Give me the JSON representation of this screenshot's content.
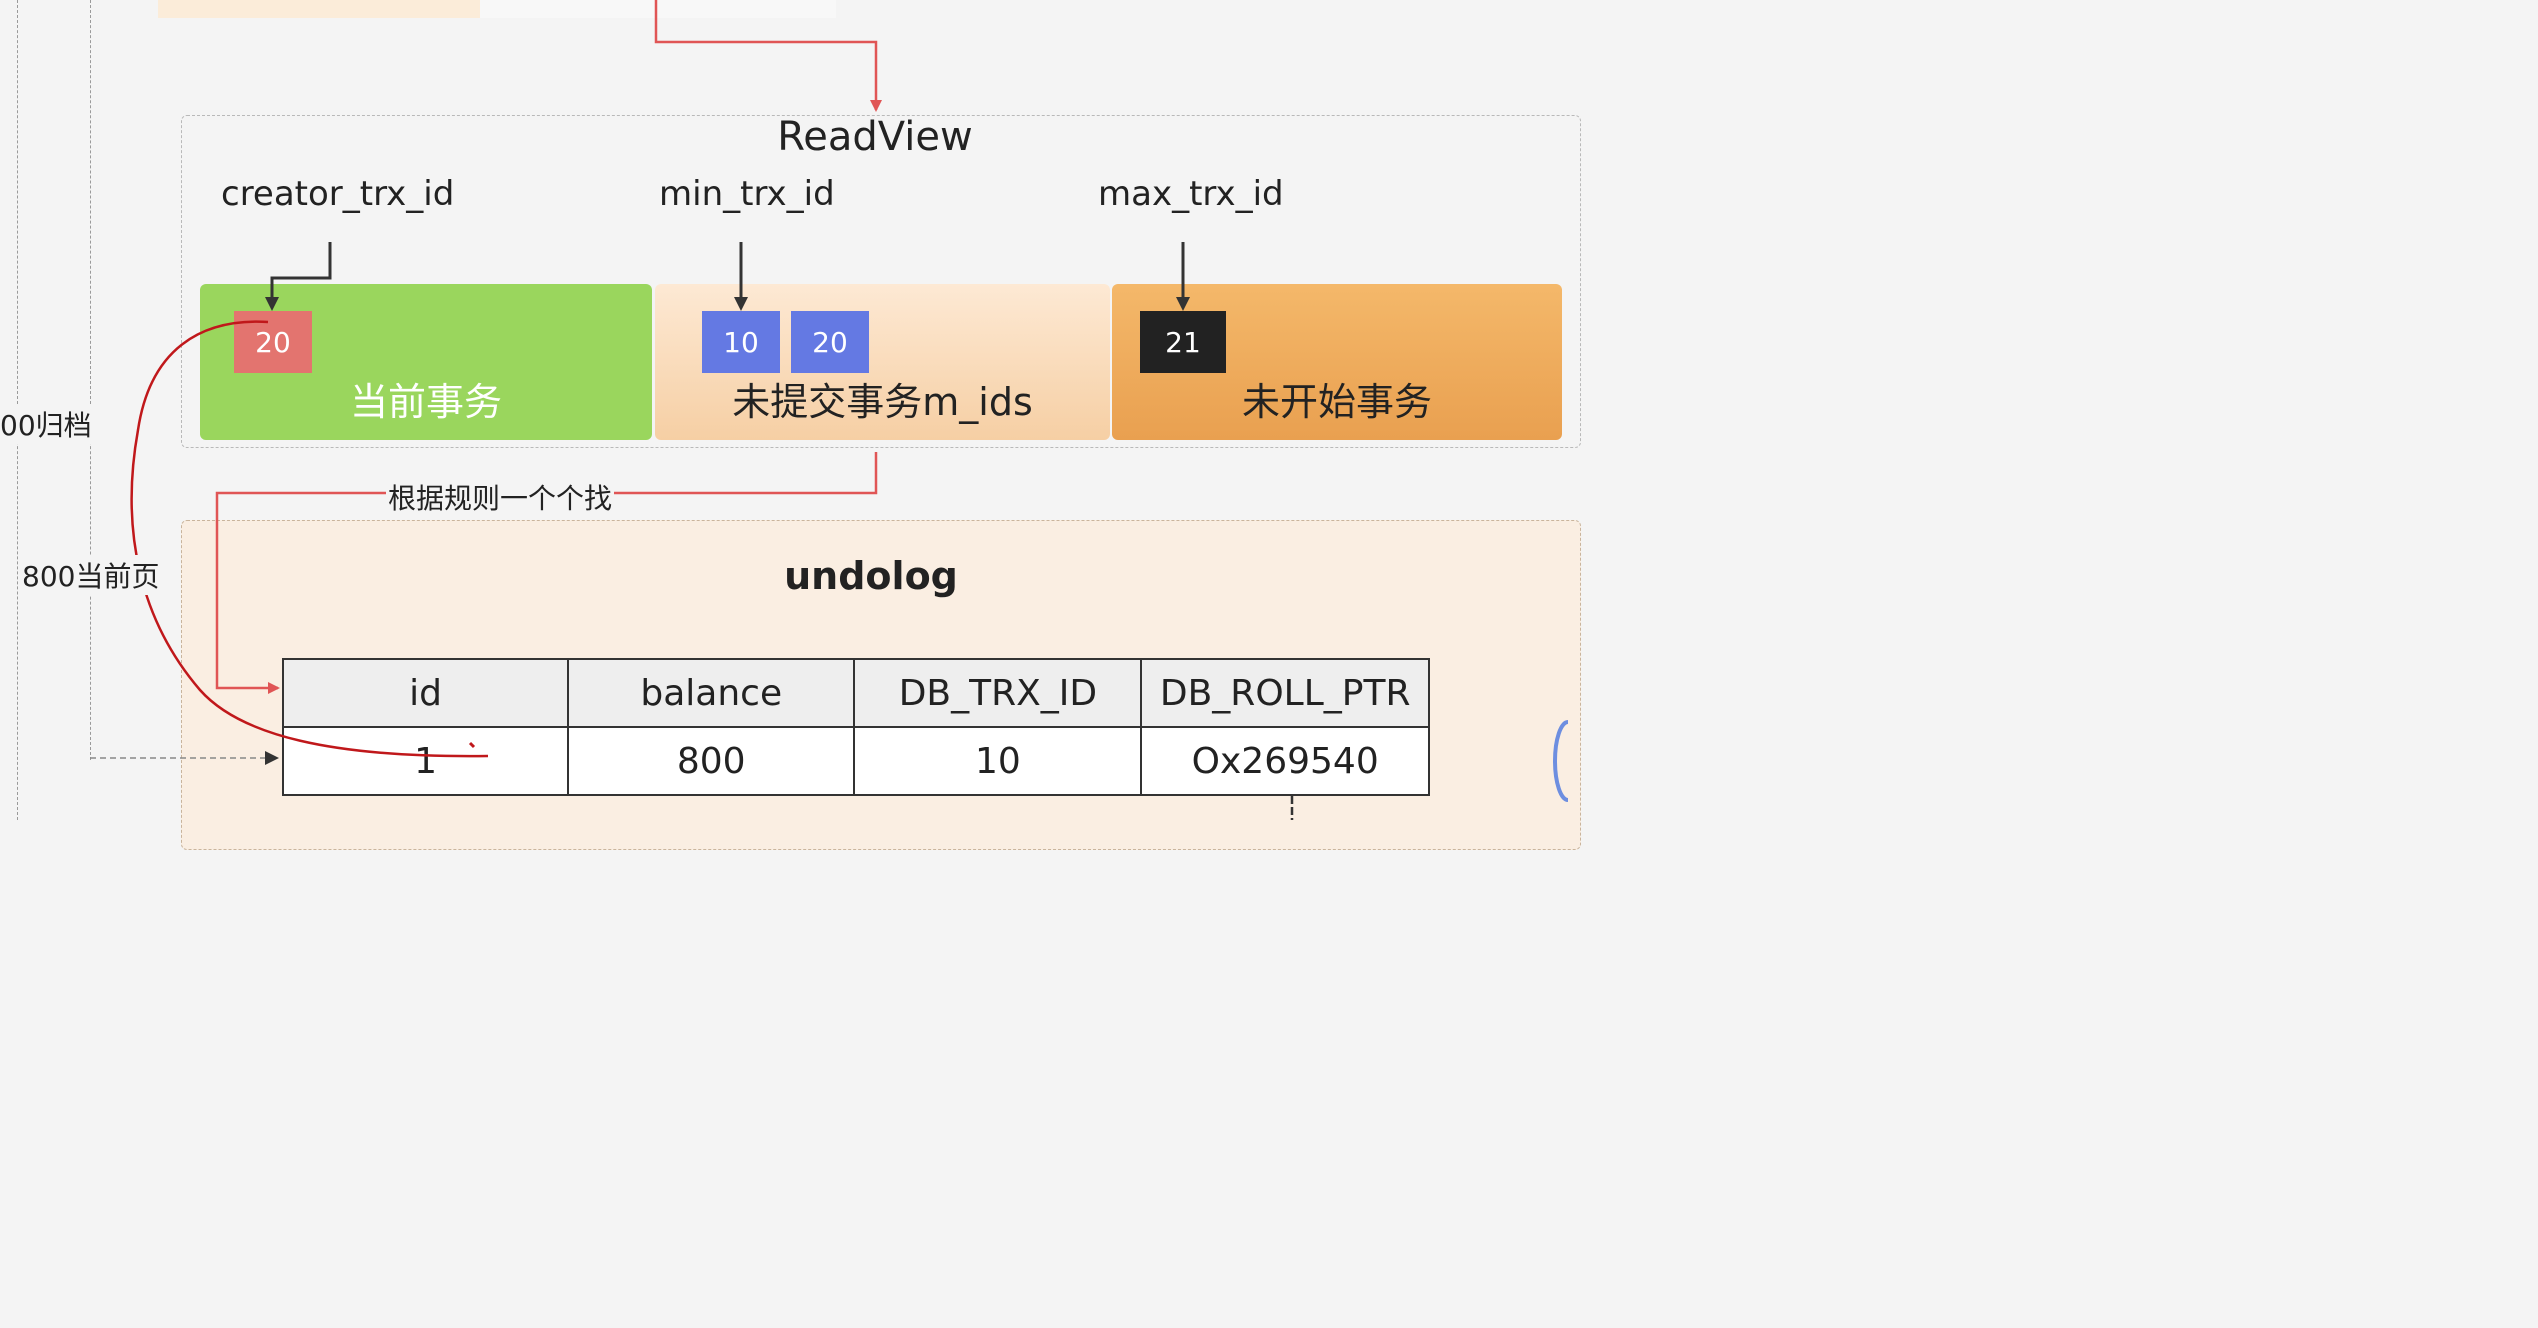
{
  "readview": {
    "title": "ReadView",
    "labels": {
      "creator": "creator_trx_id",
      "min": "min_trx_id",
      "max": "max_trx_id"
    },
    "segments": {
      "current": "当前事务",
      "uncommitted": "未提交事务m_ids",
      "not_started": "未开始事务"
    },
    "tags": {
      "creator_id": "20",
      "m_ids": [
        "10",
        "20"
      ],
      "max_id": "21"
    }
  },
  "connector_label": "根据规则一个个找",
  "side_labels": {
    "archive": "00归档",
    "current_page": "800当前页"
  },
  "undolog": {
    "title": "undolog",
    "headers": [
      "id",
      "balance",
      "DB_TRX_ID",
      "DB_ROLL_PTR"
    ],
    "row": [
      "1",
      "800",
      "10",
      "Ox269540"
    ]
  },
  "colors": {
    "arrow_red": "#e05555",
    "annotation_red": "#c0181b",
    "green": "#9ad65d",
    "blue": "#6479e3",
    "tag_red": "#e3746f"
  }
}
